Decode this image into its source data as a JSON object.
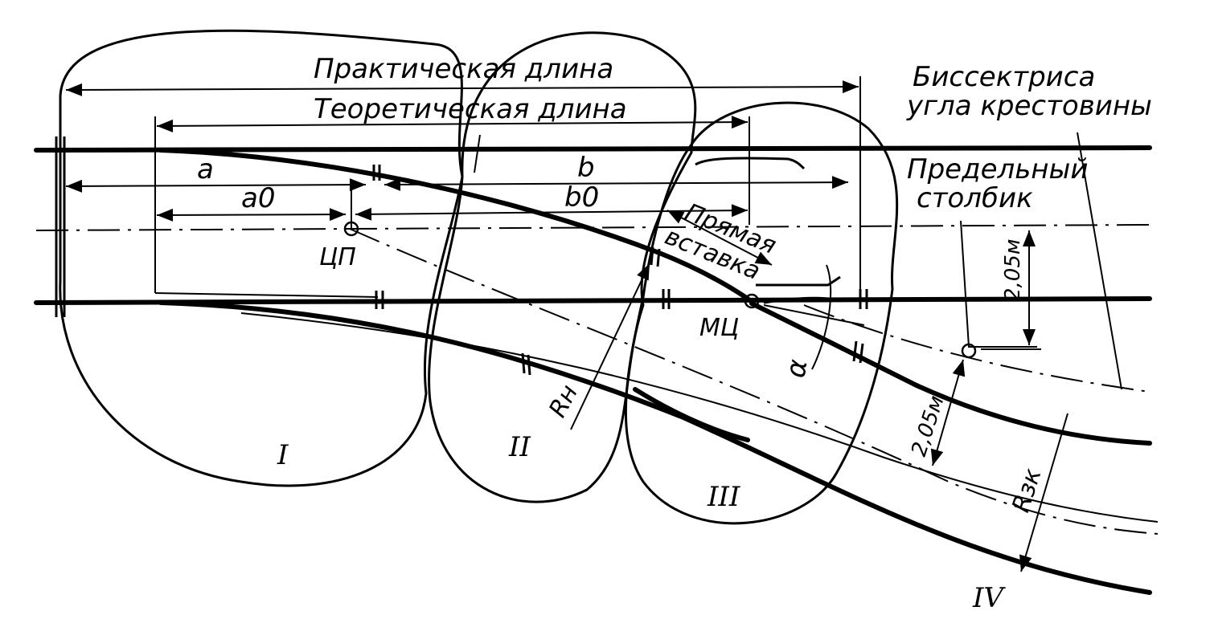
{
  "labels": {
    "practical_length": "Практическая длина",
    "theoretical_length": "Теоретическая длина",
    "bisector_line1": "Биссектриса",
    "bisector_line2": "угла крестовины",
    "limit_post_line1": "Предельный",
    "limit_post_line2": "столбик",
    "a": "a",
    "a0": "a0",
    "b": "b",
    "b0": "b0",
    "cp": "ЦП",
    "mc": "МЦ",
    "straight_insert_line1": "Прямая",
    "straight_insert_line2": "вставка",
    "rn": "Rн",
    "rzk": "Rзк",
    "alpha": "α",
    "dist_205_right": "2,05м",
    "dist_205_lower": "2,05м"
  },
  "zones": [
    "I",
    "II",
    "III",
    "IV"
  ]
}
